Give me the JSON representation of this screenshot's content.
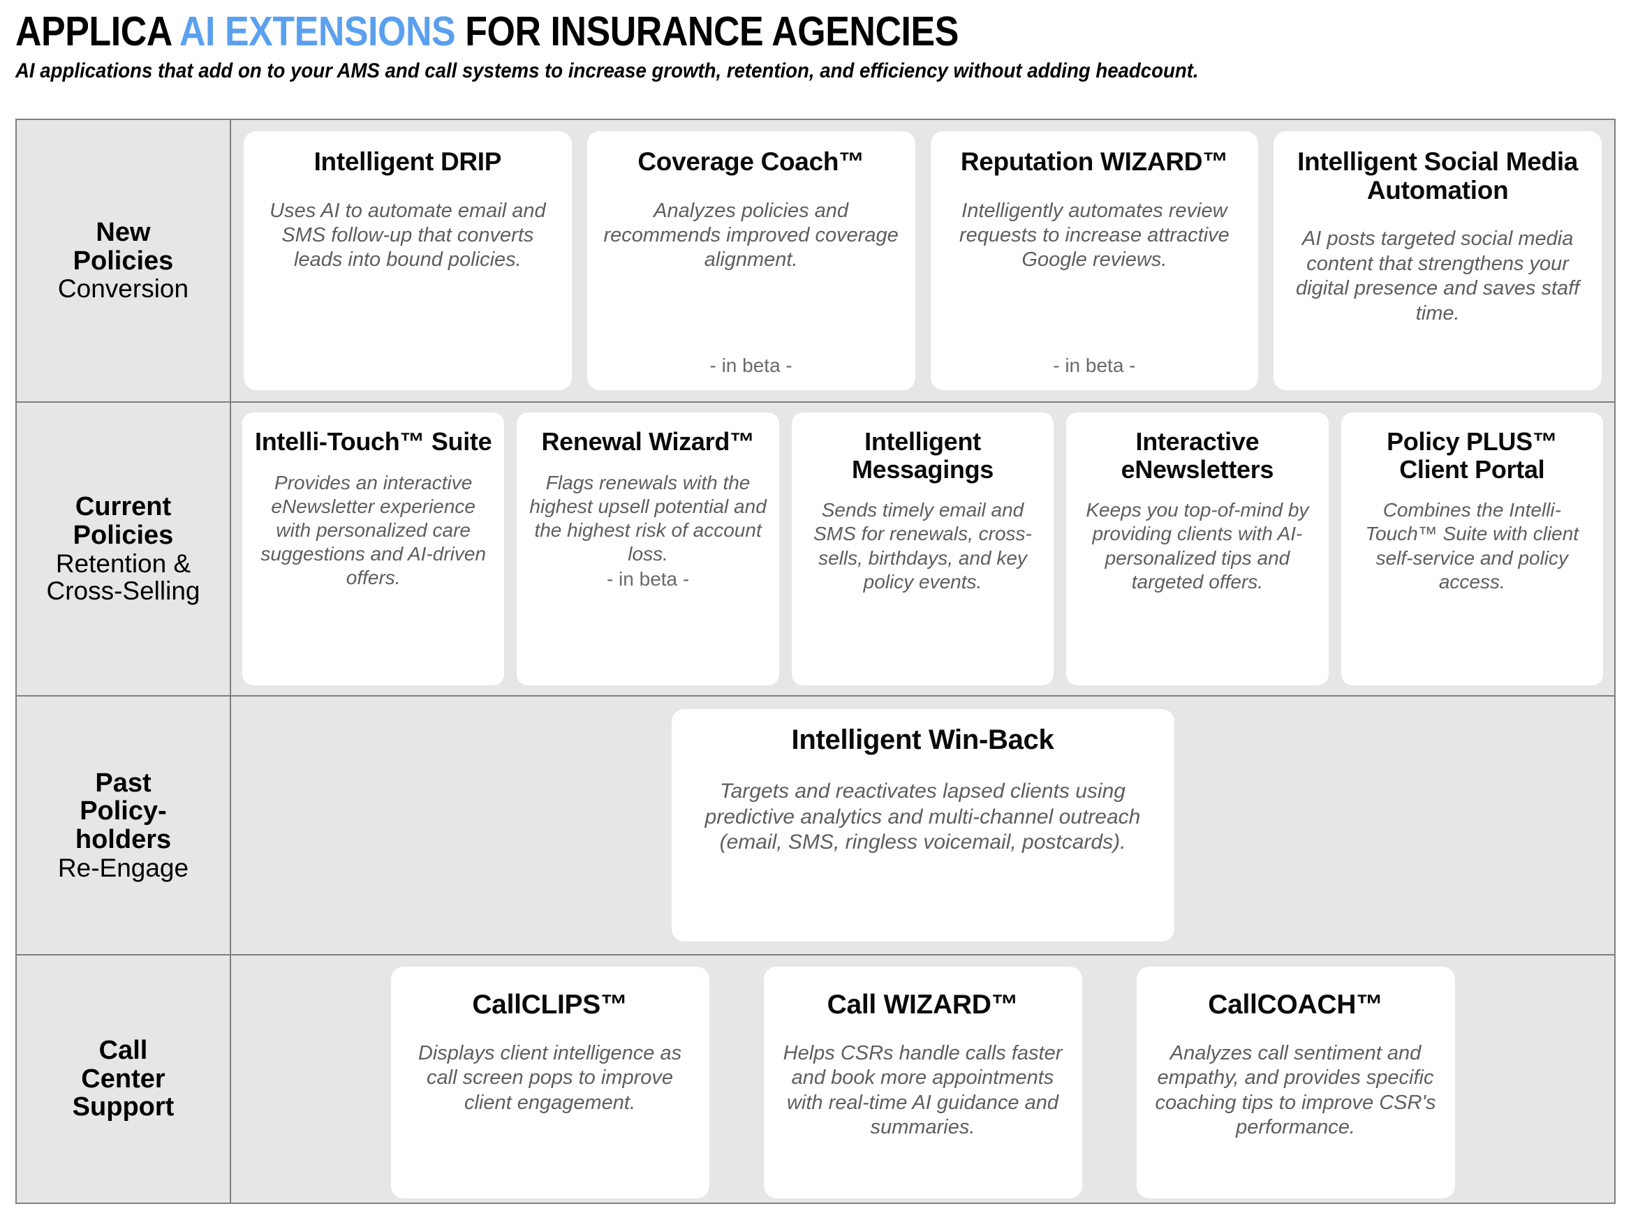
{
  "header": {
    "title_part1": "APPLICA ",
    "title_accent": "AI EXTENSIONS",
    "title_part2": " FOR INSURANCE AGENCIES",
    "accent_color": "#5aa0ee",
    "subtitle": "AI applications that add on to your AMS and call systems to increase growth, retention, and efficiency without adding headcount."
  },
  "matrix": {
    "rows": [
      {
        "label_main": "New\nPolicies",
        "label_sub": "Conversion",
        "cards": [
          {
            "title": "Intelligent DRIP",
            "desc": "Uses AI to automate email and SMS follow-up that converts leads into bound policies.",
            "beta": ""
          },
          {
            "title": "Coverage Coach™",
            "desc": "Analyzes policies and recommends improved coverage alignment.",
            "beta": "- in beta -"
          },
          {
            "title": "Reputation WIZARD™",
            "desc": "Intelligently automates review requests to increase attractive Google reviews.",
            "beta": "- in beta -"
          },
          {
            "title": "Intelligent Social Media Automation",
            "desc": "AI posts targeted social media content that strengthens your digital presence and saves staff time.",
            "beta": ""
          }
        ]
      },
      {
        "label_main": "Current\nPolicies",
        "label_sub": "Retention &\nCross-Selling",
        "cards": [
          {
            "title": "Intelli-Touch™ Suite",
            "desc": "Provides an interactive eNewsletter experience with personalized care suggestions and AI-driven offers.",
            "beta": ""
          },
          {
            "title": "Renewal Wizard™",
            "desc": "Flags renewals with the highest upsell potential and the highest risk of account loss.",
            "beta": "- in beta -"
          },
          {
            "title": "Intelligent Messagings",
            "desc": "Sends timely email and SMS for renewals, cross-sells, birthdays, and key policy events.",
            "beta": ""
          },
          {
            "title": "Interactive eNewsletters",
            "desc": "Keeps you top-of-mind by providing clients with AI-personalized tips and targeted offers.",
            "beta": ""
          },
          {
            "title": "Policy PLUS™ Client Portal",
            "desc": "Combines the Intelli-Touch™ Suite with client self-service and policy access.",
            "beta": ""
          }
        ]
      },
      {
        "label_main": "Past\nPolicy-\nholders",
        "label_sub": "Re-Engage",
        "cards": [
          {
            "title": "Intelligent Win-Back",
            "desc": "Targets and reactivates lapsed clients using predictive analytics and multi-channel outreach (email, SMS, ringless voicemail, postcards).",
            "beta": ""
          }
        ]
      },
      {
        "label_main": "Call\nCenter\nSupport",
        "label_sub": "",
        "cards": [
          {
            "title": "CallCLIPS™",
            "desc": "Displays client intelligence as call screen pops to improve client engagement.",
            "beta": ""
          },
          {
            "title": "Call WIZARD™",
            "desc": "Helps CSRs handle calls faster and book more appointments with real-time AI guidance and summaries.",
            "beta": ""
          },
          {
            "title": "CallCOACH™",
            "desc": "Analyzes call sentiment and empathy, and provides specific coaching tips to improve CSR's performance.",
            "beta": ""
          }
        ]
      }
    ]
  }
}
